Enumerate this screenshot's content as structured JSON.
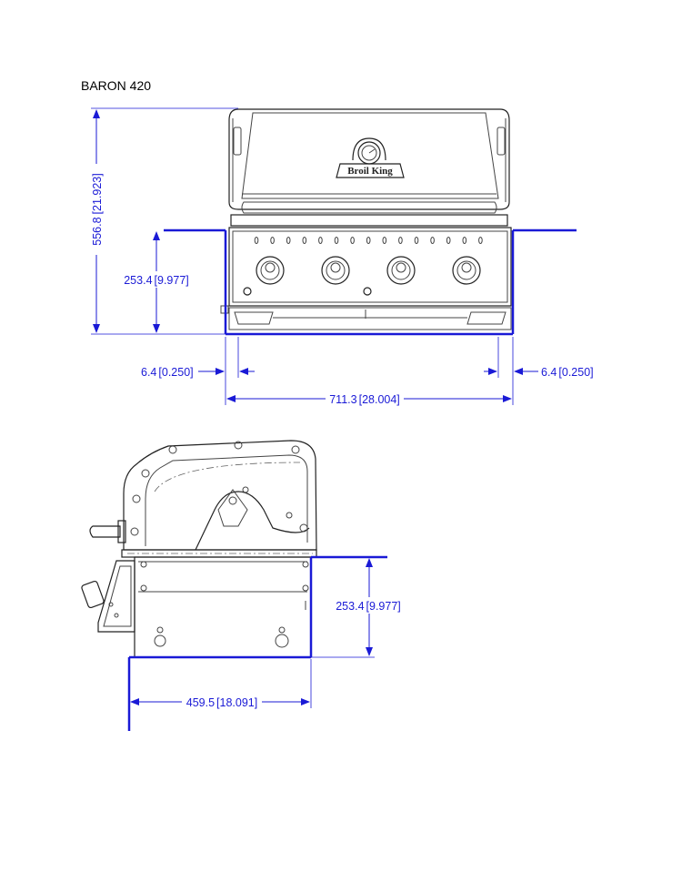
{
  "title": "BARON 420",
  "logo_text": "Broil King",
  "front_view": {
    "total_height": {
      "mm": "556.8",
      "in": "21.923"
    },
    "cutout_height": {
      "mm": "253.4",
      "in": "9.977"
    },
    "left_gap": {
      "mm": "6.4",
      "in": "0.250"
    },
    "right_gap": {
      "mm": "6.4",
      "in": "0.250"
    },
    "cutout_width": {
      "mm": "711.3",
      "in": "28.004"
    }
  },
  "side_view": {
    "cutout_height": {
      "mm": "253.4",
      "in": "9.977"
    },
    "cutout_depth": {
      "mm": "459.5",
      "in": "18.091"
    }
  },
  "colors": {
    "dimension": "#1a1ad6",
    "drawing": "#222222"
  }
}
